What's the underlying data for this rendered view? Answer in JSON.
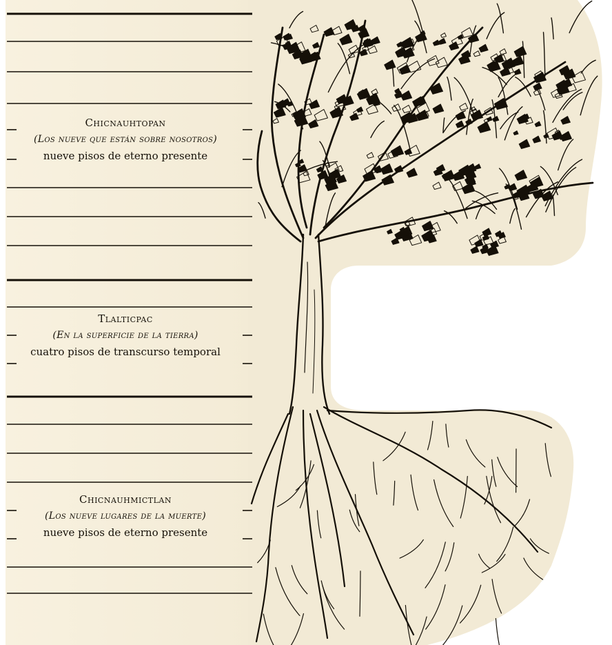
{
  "palette": {
    "paper_left": "#f7efdc",
    "paper_right": "#f1ead6",
    "ink": "#151008"
  },
  "levels": [
    {
      "name": "Chicnauhtopan",
      "gloss": "(Los nueve que están sobre nosotros)",
      "description": "nueve pisos de eterno presente",
      "floors": 9
    },
    {
      "name": "Tlalticpac",
      "gloss": "(En la superficie de la tierra)",
      "description": "cuatro pisos de transcurso temporal",
      "floors": 4
    },
    {
      "name": "Chicnauhmictlan",
      "gloss": "(Los nueve lugares de la muerte)",
      "description": "nueve pisos de eterno presente",
      "floors": 9
    }
  ],
  "illustration": {
    "subject": "tree-icon"
  }
}
